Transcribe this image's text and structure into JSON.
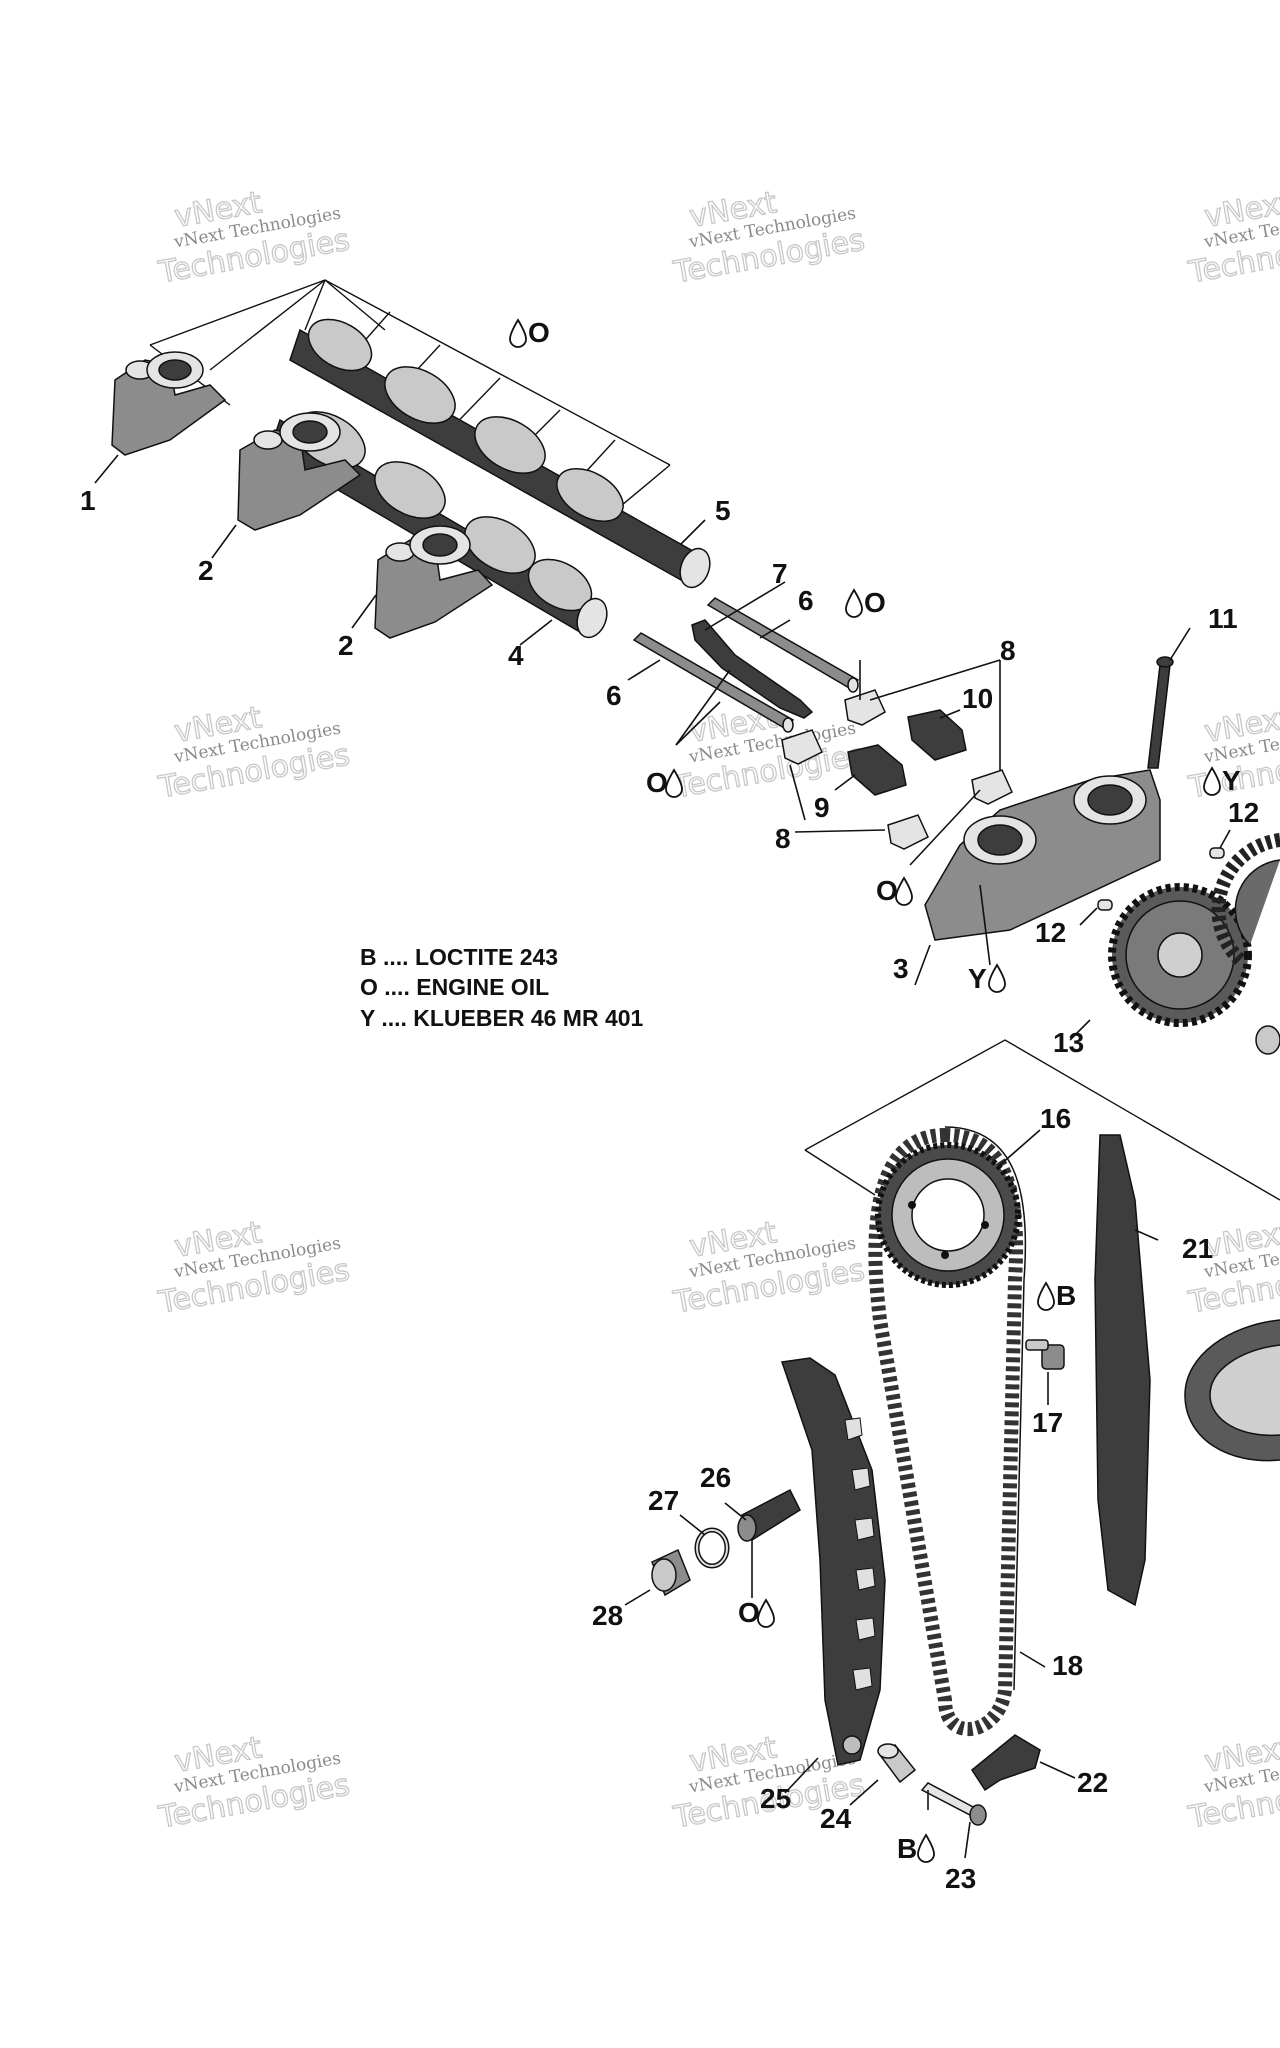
{
  "watermark": {
    "line1": "vNext Technologies",
    "line2": "Technologies",
    "line3": "vNext"
  },
  "callouts": {
    "c1": "1",
    "c2a": "2",
    "c2b": "2",
    "c3": "3",
    "c4": "4",
    "c5": "5",
    "c6a": "6",
    "c6b": "6",
    "c7": "7",
    "c8a": "8",
    "c8b": "8",
    "c9": "9",
    "c10": "10",
    "c11": "11",
    "c12a": "12",
    "c12b": "12",
    "c13": "13",
    "c16": "16",
    "c17": "17",
    "c18": "18",
    "c21": "21",
    "c22": "22",
    "c23": "23",
    "c24": "24",
    "c25": "25",
    "c26": "26",
    "c27": "27",
    "c28": "28"
  },
  "lubricant_marks": {
    "top_o": "O",
    "o_6": "O",
    "o_left": "O",
    "o_8": "O",
    "y_3": "Y",
    "y_cap": "Y",
    "b_17": "B",
    "o_26": "O",
    "b_23": "B"
  },
  "legend": {
    "items": [
      {
        "code": "B",
        "text": "B .... LOCTITE 243"
      },
      {
        "code": "O",
        "text": "O .... ENGINE OIL"
      },
      {
        "code": "Y",
        "text": "Y .... KLUEBER 46 MR 401"
      }
    ]
  }
}
